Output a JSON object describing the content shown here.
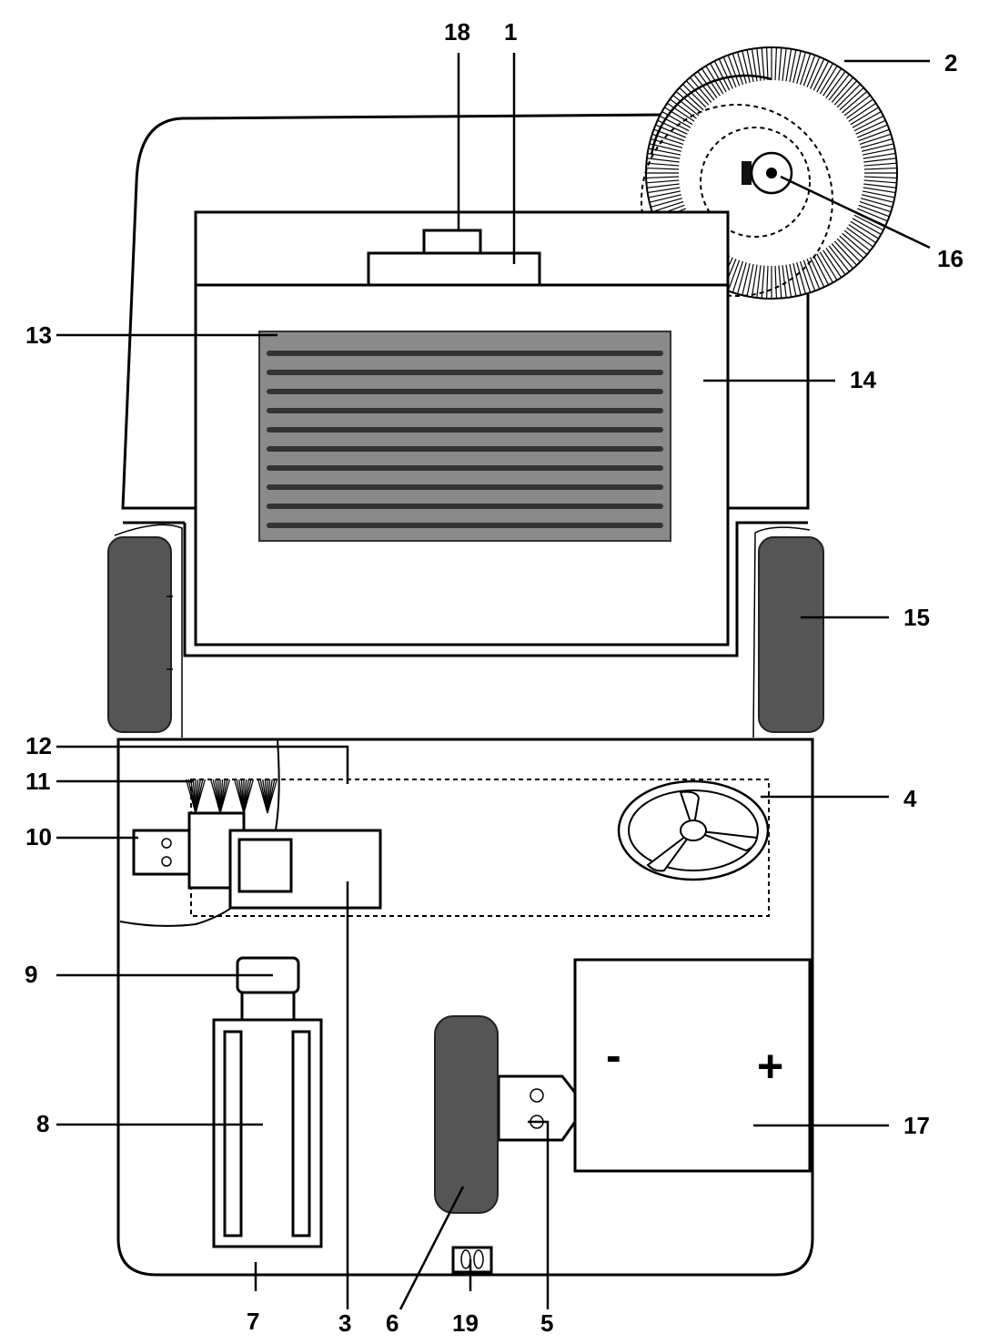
{
  "callouts": {
    "c1": "1",
    "c2": "2",
    "c3": "3",
    "c4": "4",
    "c5": "5",
    "c6": "6",
    "c7": "7",
    "c8": "8",
    "c9": "9",
    "c10": "10",
    "c11": "11",
    "c12": "12",
    "c13": "13",
    "c14": "14",
    "c15": "15",
    "c16": "16",
    "c17": "17",
    "c18": "18",
    "c19": "19"
  },
  "battery": {
    "minus": "-",
    "plus": "+"
  },
  "colors": {
    "outline": "#000000",
    "rubber": "#555555",
    "filter_stripe": "#333333",
    "filter_body": "#8a8a8a"
  }
}
